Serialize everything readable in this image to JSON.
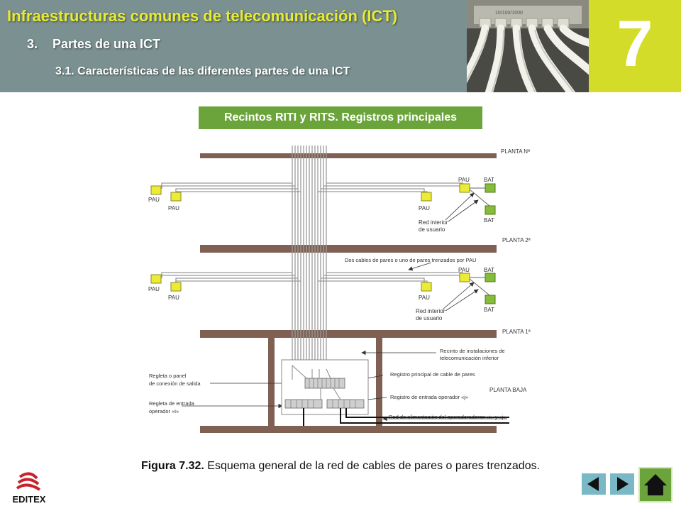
{
  "header": {
    "title": "Infraestructuras comunes de telecomunicación (ICT)",
    "section_number": "3.",
    "section_title": "Partes de una ICT",
    "subsection": "3.1. Características de las diferentes partes de una ICT",
    "chapter_number": "7"
  },
  "section_label": "Recintos RITI y RITS. Registros principales",
  "diagram": {
    "floors": {
      "n": "PLANTA Nª",
      "second": "PLANTA 2ª",
      "first": "PLANTA 1ª",
      "ground": "PLANTA BAJA"
    },
    "pau": "PAU",
    "bat": "BAT",
    "red_interior": [
      "Red interior",
      "de usuario"
    ],
    "dos_cables": "Dos cables de pares o uno de pares trenzados por PAU",
    "recinto": [
      "Recinto de instalaciones de",
      "telecomunicación inferior"
    ],
    "registro_principal": "Registro principal de cable de pares",
    "registro_entrada": "Registro de entrada operador «j»",
    "red_alimentacion": "Red de alimentación del operadoradores «i» y «j»",
    "regleta_salida": [
      "Regleta o panel",
      "de conexión de salida"
    ],
    "regleta_entrada": [
      "Regleta de entrada",
      "operador «i»"
    ]
  },
  "caption": {
    "prefix": "Figura 7.32.",
    "text": " Esquema general de la red de cables de pares o pares trenzados."
  },
  "logo_text": "EDITEX",
  "colors": {
    "header_bg": "#7b9090",
    "title_yellow": "#e6ec32",
    "chapter_bg": "#d4dc2a",
    "section_green": "#6aa43a",
    "structure_brown": "#806052",
    "pau_yellow": "#ecec36",
    "bat_green": "#86bc3a",
    "nav_blue": "#7ab8c6"
  },
  "icons": [
    "network-cables-photo",
    "editex-logo",
    "prev-arrow-icon",
    "next-arrow-icon",
    "home-icon"
  ]
}
